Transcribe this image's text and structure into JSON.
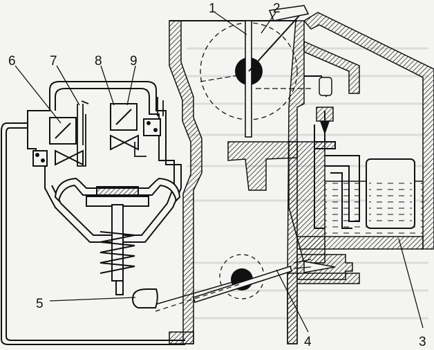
{
  "diagram": {
    "callouts": [
      {
        "id": "1",
        "label": "1"
      },
      {
        "id": "2",
        "label": "2"
      },
      {
        "id": "3",
        "label": "3"
      },
      {
        "id": "4",
        "label": "4"
      },
      {
        "id": "5",
        "label": "5"
      },
      {
        "id": "6",
        "label": "6"
      },
      {
        "id": "7",
        "label": "7"
      },
      {
        "id": "8",
        "label": "8"
      },
      {
        "id": "9",
        "label": "9"
      }
    ]
  },
  "colors": {
    "line": "#111111",
    "paper": "#f4f4f2",
    "fuel": "#cfcfcf"
  }
}
